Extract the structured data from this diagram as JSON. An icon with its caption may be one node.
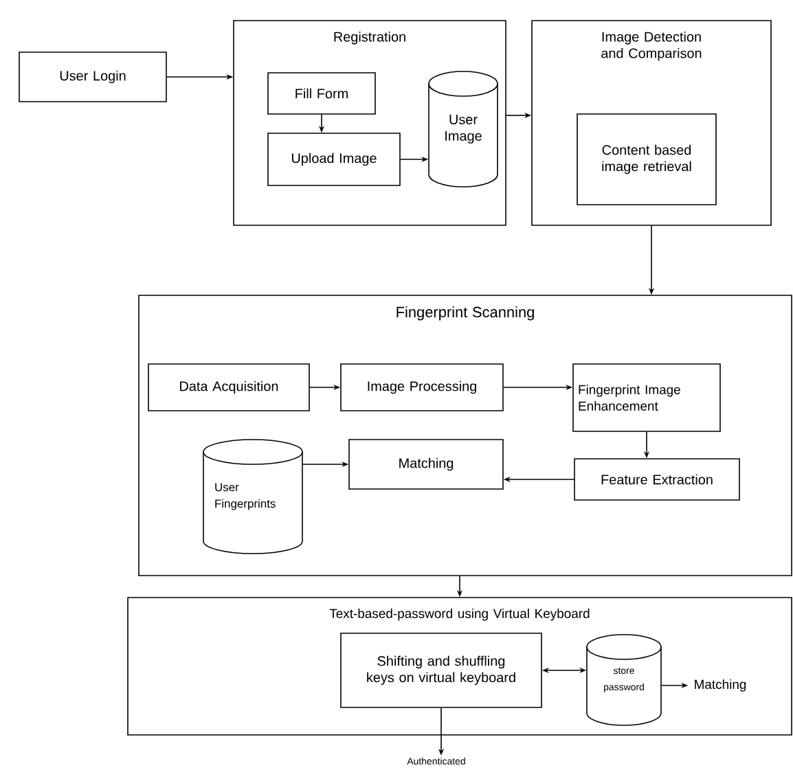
{
  "diagram": {
    "nodes": [
      {
        "text": [
          "User Login"
        ]
      },
      {
        "text": [
          "Registration"
        ]
      },
      {
        "text": [
          "Fill Form"
        ],
        "in": 1
      },
      {
        "text": [
          "Upload Image"
        ],
        "in": 1
      },
      {
        "text": [
          "User Image"
        ],
        "in": 1
      },
      {
        "text": [
          "Image Detection and Comparison"
        ]
      },
      {
        "text": [
          "Content based image retrieval"
        ],
        "in": 5
      },
      {
        "text": [
          "Fingerprint Scanning"
        ]
      },
      {
        "text": [
          "Data Acquisition"
        ],
        "in": 7
      },
      {
        "text": [
          "Image Processing"
        ],
        "in": 7
      },
      {
        "text": [
          "Fingerprint Image Enhancement"
        ],
        "in": 7
      },
      {
        "text": [
          "User Fingerprints"
        ],
        "in": 7
      },
      {
        "text": [
          "Matching"
        ],
        "in": 7
      },
      {
        "text": [
          "Feature Extraction"
        ],
        "in": 7
      },
      {
        "text": [
          "Text-based-password using Virtual Keyboard"
        ]
      },
      {
        "text": [
          "Shifting and shuffling keys on virtual keyboard"
        ],
        "in": 14
      },
      {
        "text": [
          "store password"
        ],
        "in": 14
      },
      {
        "text": [
          "Matching"
        ],
        "in": 14
      },
      {
        "text": [
          "Authenticated"
        ]
      }
    ],
    "edges": [
      {
        "from": 0,
        "to": 1,
        "arrow": "to"
      },
      {
        "from": 2,
        "to": 3,
        "arrow": "to"
      },
      {
        "from": 3,
        "to": 4,
        "arrow": "to"
      },
      {
        "from": 1,
        "to": 5,
        "arrow": "to"
      },
      {
        "from": 5,
        "to": 7,
        "arrow": "to"
      },
      {
        "from": 8,
        "to": 9,
        "arrow": "to"
      },
      {
        "from": 9,
        "to": 10,
        "arrow": "to"
      },
      {
        "from": 10,
        "to": 13,
        "arrow": "to"
      },
      {
        "from": 13,
        "to": 12,
        "arrow": "to"
      },
      {
        "from": 11,
        "to": 12,
        "arrow": "to"
      },
      {
        "from": 7,
        "to": 14,
        "arrow": "to"
      },
      {
        "from": 15,
        "to": 16,
        "arrow": "both"
      },
      {
        "from": 16,
        "to": 17,
        "arrow": "to"
      },
      {
        "from": 15,
        "to": 18,
        "arrow": "to"
      }
    ]
  }
}
